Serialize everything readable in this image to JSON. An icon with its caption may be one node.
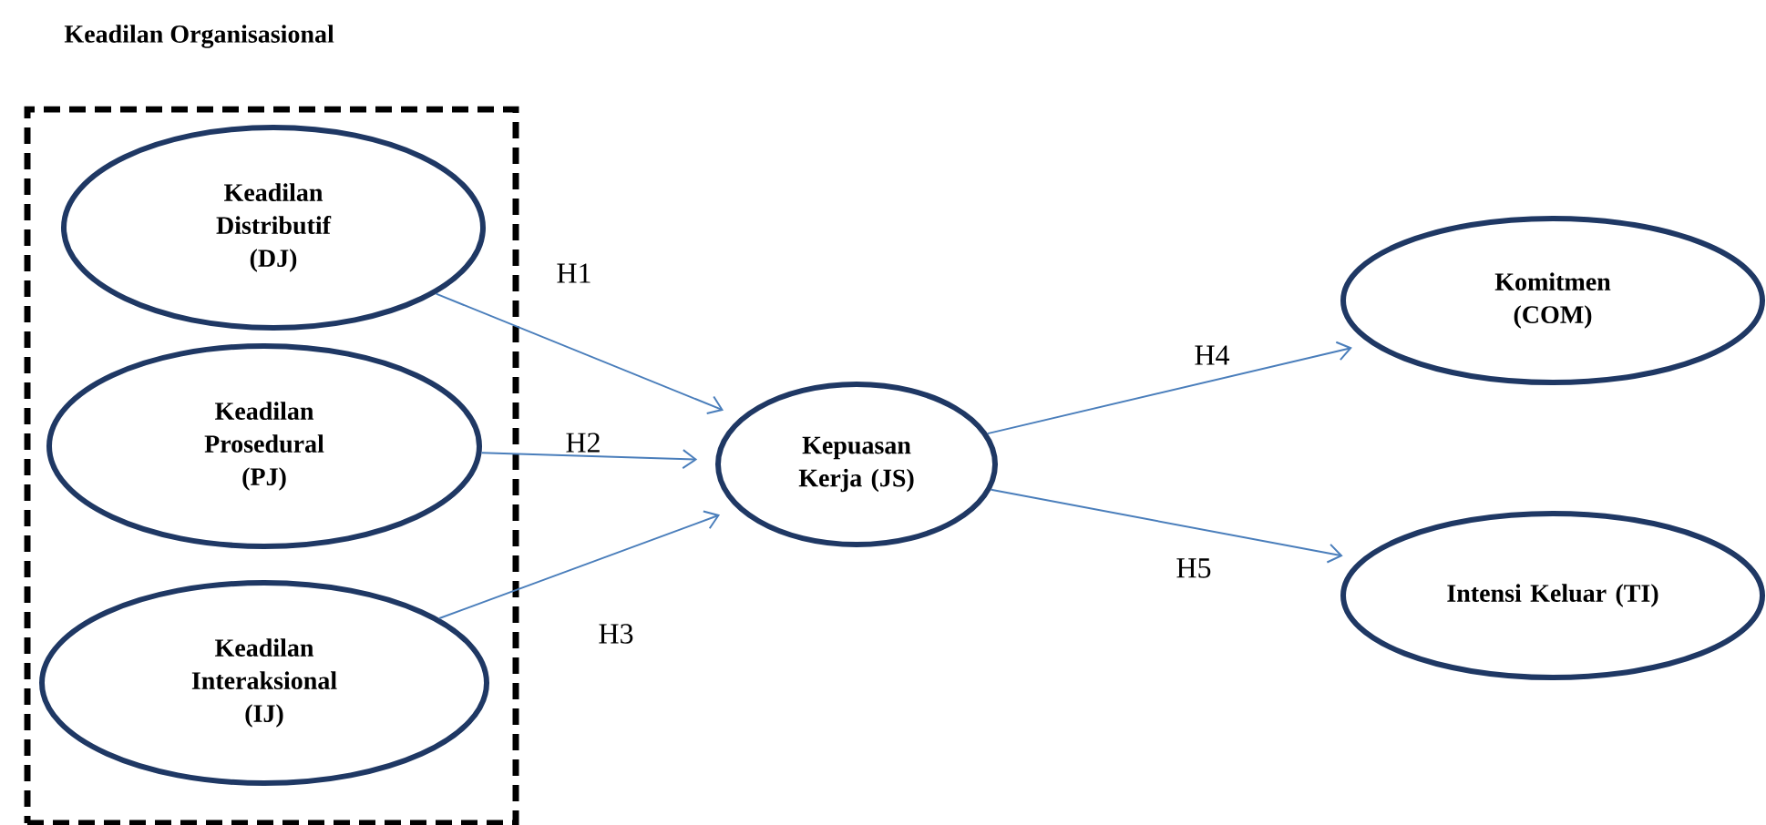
{
  "diagram": {
    "nodes": [
      {
        "text": [
          "Keadilan Organisasional"
        ]
      },
      {
        "text": [
          "Keadilan Distributif (DJ)"
        ],
        "in": 0
      },
      {
        "text": [
          "Keadilan Prosedural (PJ)"
        ],
        "in": 0
      },
      {
        "text": [
          "Keadilan Interaksional (IJ)"
        ],
        "in": 0
      },
      {
        "text": [
          "Kepuasan Kerja (JS)"
        ]
      },
      {
        "text": [
          "Komitmen (COM)"
        ]
      },
      {
        "text": [
          "Intensi Keluar (TI)"
        ]
      }
    ],
    "edges": [
      {
        "from": 1,
        "to": 4,
        "arrow": "to",
        "label": "H1"
      },
      {
        "from": 2,
        "to": 4,
        "arrow": "to",
        "label": "H2"
      },
      {
        "from": 3,
        "to": 4,
        "arrow": "to",
        "label": "H3"
      },
      {
        "from": 4,
        "to": 5,
        "arrow": "to",
        "label": "H4"
      },
      {
        "from": 4,
        "to": 6,
        "arrow": "to",
        "label": "H5"
      }
    ]
  }
}
